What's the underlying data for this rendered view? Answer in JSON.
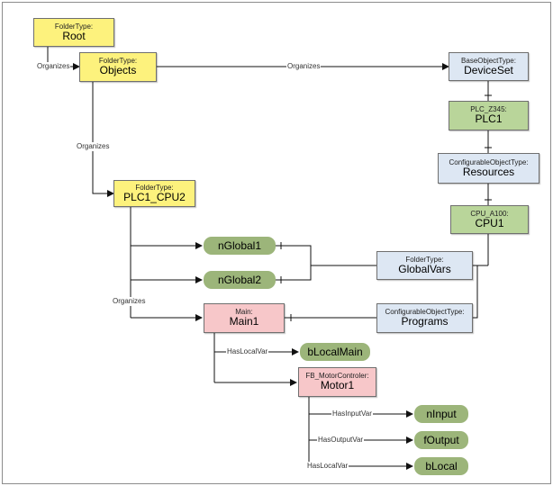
{
  "nodes": {
    "root": {
      "type": "FolderType:",
      "name": "Root"
    },
    "objects": {
      "type": "FolderType:",
      "name": "Objects"
    },
    "deviceset": {
      "type": "BaseObjectType:",
      "name": "DeviceSet"
    },
    "plc1": {
      "type": "PLC_Z345:",
      "name": "PLC1"
    },
    "resources": {
      "type": "ConfigurableObjectType:",
      "name": "Resources"
    },
    "cpu1": {
      "type": "CPU_A100:",
      "name": "CPU1"
    },
    "plc1cpu2": {
      "type": "FolderType:",
      "name": "PLC1_CPU2"
    },
    "globalvars": {
      "type": "FolderType:",
      "name": "GlobalVars"
    },
    "programs": {
      "type": "ConfigurableObjectType:",
      "name": "Programs"
    },
    "main1": {
      "type": "Main:",
      "name": "Main1"
    },
    "motor1": {
      "type": "FB_MotorControler:",
      "name": "Motor1"
    }
  },
  "variables": {
    "nglobal1": "nGlobal1",
    "nglobal2": "nGlobal2",
    "blocalmain": "bLocalMain",
    "ninput": "nInput",
    "foutput": "fOutput",
    "blocal": "bLocal"
  },
  "edge_labels": {
    "root_objects": "Organizes",
    "objects_deviceset": "Organizes",
    "objects_plc": "Organizes",
    "plc_main": "Organizes",
    "main_blocalmain": "HasLocalVar",
    "motor_ninput": "HasInputVar",
    "motor_foutput": "HasOutputVar",
    "motor_blocal": "HasLocalVar"
  }
}
